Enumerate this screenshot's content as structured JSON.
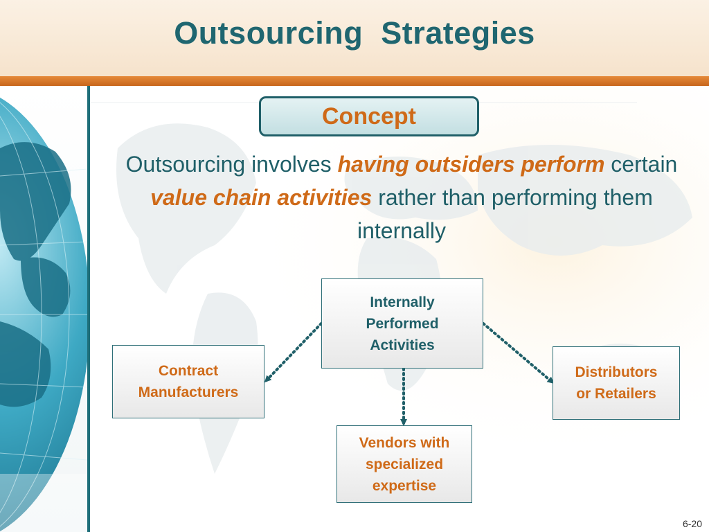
{
  "slide": {
    "title": "Outsourcing  Strategies",
    "slide_number": "6-20"
  },
  "concept": {
    "label": "Concept"
  },
  "definition": {
    "part1": "Outsourcing involves ",
    "emphasis1": "having outsiders perform",
    "part2": " certain ",
    "emphasis2": "value chain activities",
    "part3": " rather than performing them internally"
  },
  "diagram": {
    "center": {
      "line1": "Internally",
      "line2": "Performed",
      "line3": "Activities"
    },
    "left": {
      "line1": "Contract",
      "line2": "Manufacturers"
    },
    "right": {
      "line1": "Distributors",
      "line2": "or Retailers"
    },
    "bottom": {
      "line1": "Vendors with",
      "line2": "specialized",
      "line3": "expertise"
    }
  },
  "colors": {
    "title": "#1f6670",
    "accent": "#cf6a18",
    "teal": "#1f5f68",
    "header_bar": "#c8661c"
  }
}
